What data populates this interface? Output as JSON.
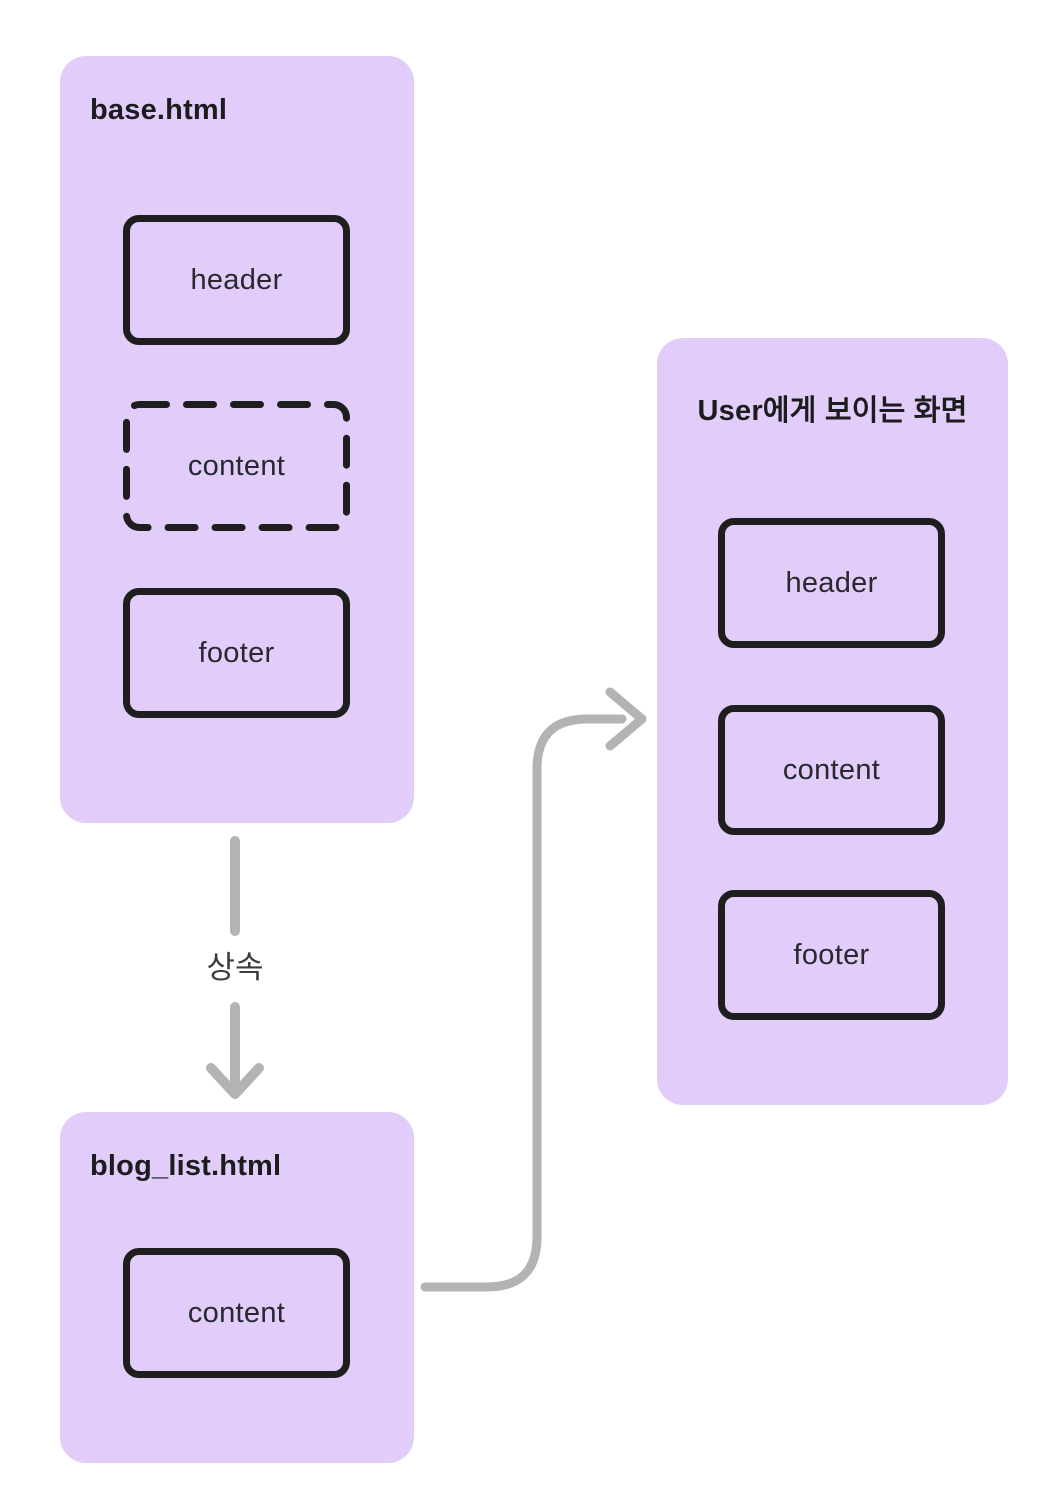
{
  "colors": {
    "background": "#ffffff",
    "panel": "#e2cdfa",
    "box_border": "#1e1e1e",
    "text_dark": "#1c1c1e",
    "label_dark": "#28282e",
    "arrow": "#b3b3b3",
    "inherit_label_color": "#3d3d3d"
  },
  "panels": {
    "base": {
      "title": "base.html",
      "boxes": [
        {
          "label": "header",
          "style": "solid"
        },
        {
          "label": "content",
          "style": "dashed"
        },
        {
          "label": "footer",
          "style": "solid"
        }
      ]
    },
    "blog_list": {
      "title": "blog_list.html",
      "boxes": [
        {
          "label": "content",
          "style": "solid"
        }
      ]
    },
    "user_view": {
      "title": "User에게 보이는 화면",
      "boxes": [
        {
          "label": "header",
          "style": "solid"
        },
        {
          "label": "content",
          "style": "solid"
        },
        {
          "label": "footer",
          "style": "solid"
        }
      ]
    }
  },
  "arrows": {
    "inherit_label": "상속",
    "inheritance_arrow": "base.html → blog_list.html",
    "render_flow_arrow": "blog_list.html → User에게 보이는 화면"
  }
}
